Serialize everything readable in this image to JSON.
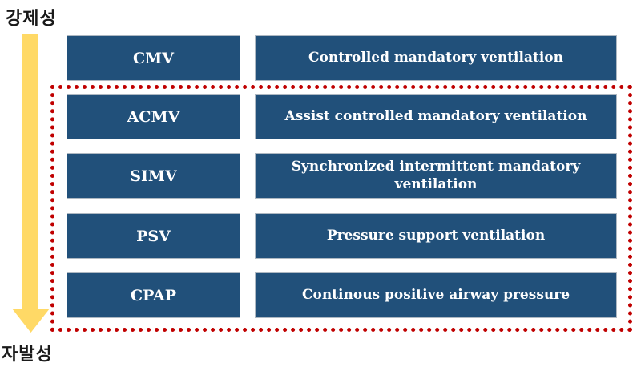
{
  "diagram": {
    "title_semantic": "Ventilation modes ordered from mandatory to spontaneous",
    "axis": {
      "top_label": "강제성",
      "bottom_label": "자발성"
    },
    "rows": [
      {
        "abbr": "CMV",
        "full": "Controlled mandatory ventilation"
      },
      {
        "abbr": "ACMV",
        "full": "Assist controlled mandatory ventilation"
      },
      {
        "abbr": "SIMV",
        "full": "Synchronized intermittent mandatory\nventilation"
      },
      {
        "abbr": "PSV",
        "full": "Pressure support ventilation"
      },
      {
        "abbr": "CPAP",
        "full": "Continous positive airway pressure"
      }
    ],
    "highlight": {
      "style": "red dotted rectangle",
      "encloses": [
        "ACMV",
        "SIMV",
        "PSV",
        "CPAP"
      ]
    },
    "colors": {
      "box_fill": "#21507A",
      "box_border": "#AEB8C2",
      "box_text": "#FFFFFF",
      "arrow": "#FFD966",
      "highlight_border": "#C00000",
      "axis_text": "#1A1A1A",
      "background": "#FFFFFF"
    }
  }
}
